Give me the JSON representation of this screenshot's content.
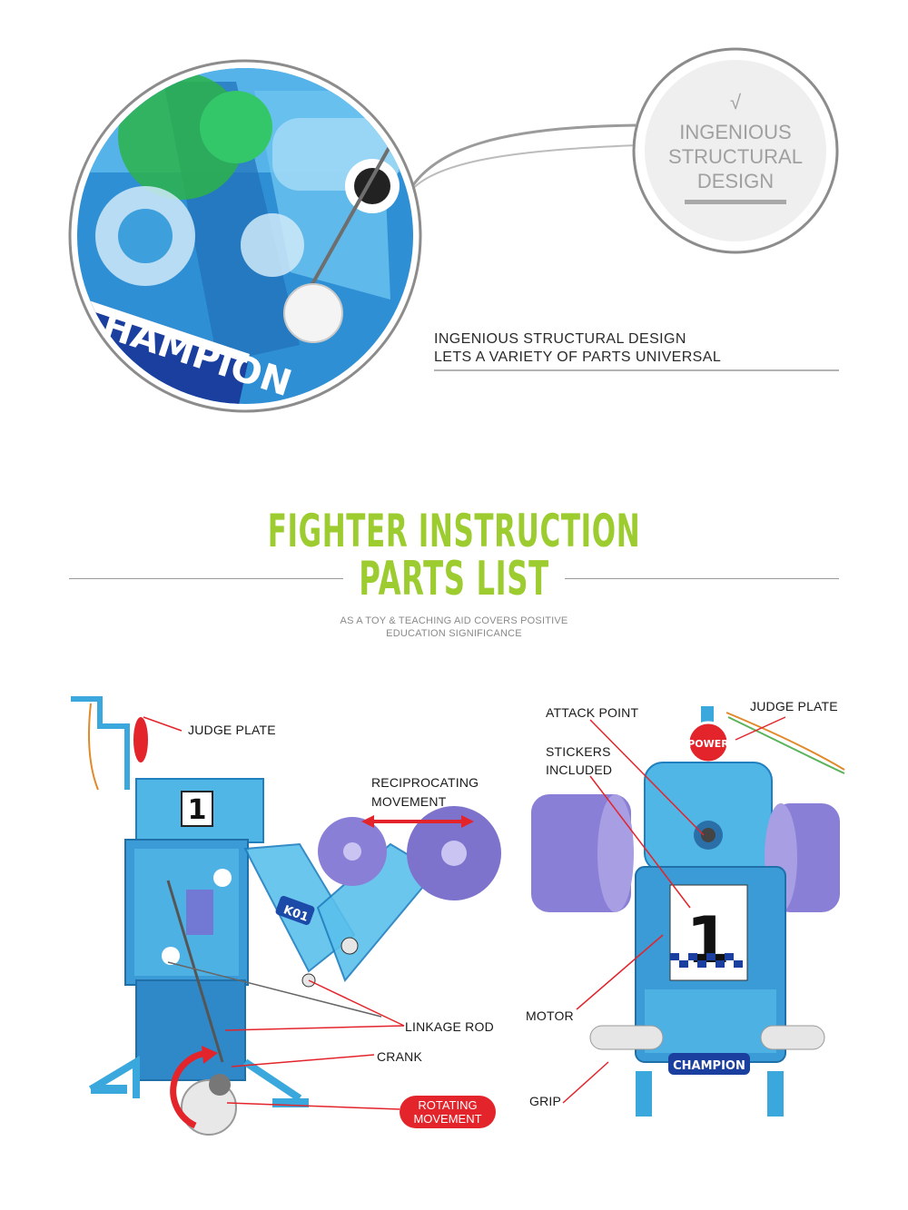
{
  "top": {
    "badge_check": "√",
    "badge_line1": "INGENIOUS",
    "badge_line2": "STRUCTURAL",
    "badge_line3": "DESIGN",
    "caption_line1": "INGENIOUS STRUCTURAL DESIGN",
    "caption_line2": "LETS A VARIETY OF PARTS UNIVERSAL",
    "champion_text": "HAMPION"
  },
  "section": {
    "title_line1": "FIGHTER INSTRUCTION",
    "title_line2": "PARTS LIST",
    "subtitle_line1": "AS A TOY & TEACHING AID COVERS POSITIVE",
    "subtitle_line2": "EDUCATION SIGNIFICANCE"
  },
  "left_diagram": {
    "judge_plate": "JUDGE PLATE",
    "reciprocating_line1": "RECIPROCATING",
    "reciprocating_line2": "MOVEMENT",
    "linkage_rod": "LINKAGE ROD",
    "crank": "CRANK",
    "rotating_line1": "ROTATING",
    "rotating_line2": "MOVEMENT",
    "body_number": "1",
    "arm_tag": "K01"
  },
  "right_diagram": {
    "attack_point": "ATTACK POINT",
    "judge_plate": "JUDGE PLATE",
    "stickers_line1": "STICKERS",
    "stickers_line2": "INCLUDED",
    "motor": "MOTOR",
    "grip": "GRIP",
    "power_text": "POWER",
    "body_number": "1",
    "champion_text": "CHAMPION"
  },
  "colors": {
    "accent_green": "#9ccc2f",
    "toy_blue": "#3aa8dc",
    "wheel_purple": "#8a7fd6",
    "leader_red": "#e3242b"
  }
}
